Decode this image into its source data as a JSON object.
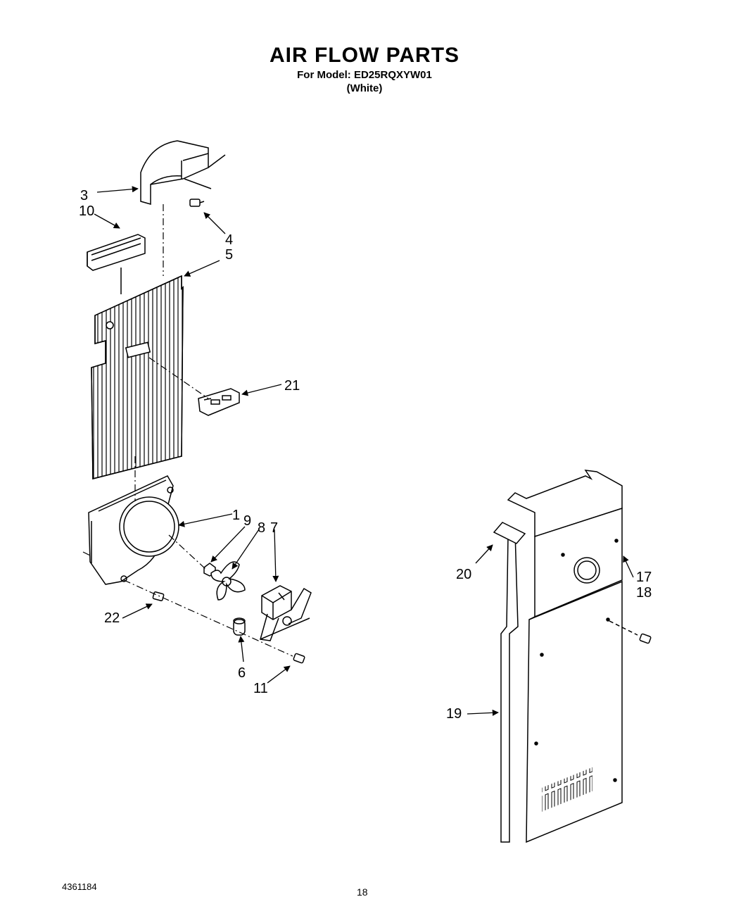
{
  "header": {
    "title": "AIR FLOW PARTS",
    "model_line": "For Model: ED25RQXYW01",
    "color_line": "(White)"
  },
  "callouts": [
    "1",
    "3",
    "4",
    "5",
    "6",
    "7",
    "8",
    "9",
    "10",
    "11",
    "17",
    "18",
    "19",
    "20",
    "21",
    "22"
  ],
  "footer": {
    "doc_number": "4361184",
    "page_number": "18"
  }
}
